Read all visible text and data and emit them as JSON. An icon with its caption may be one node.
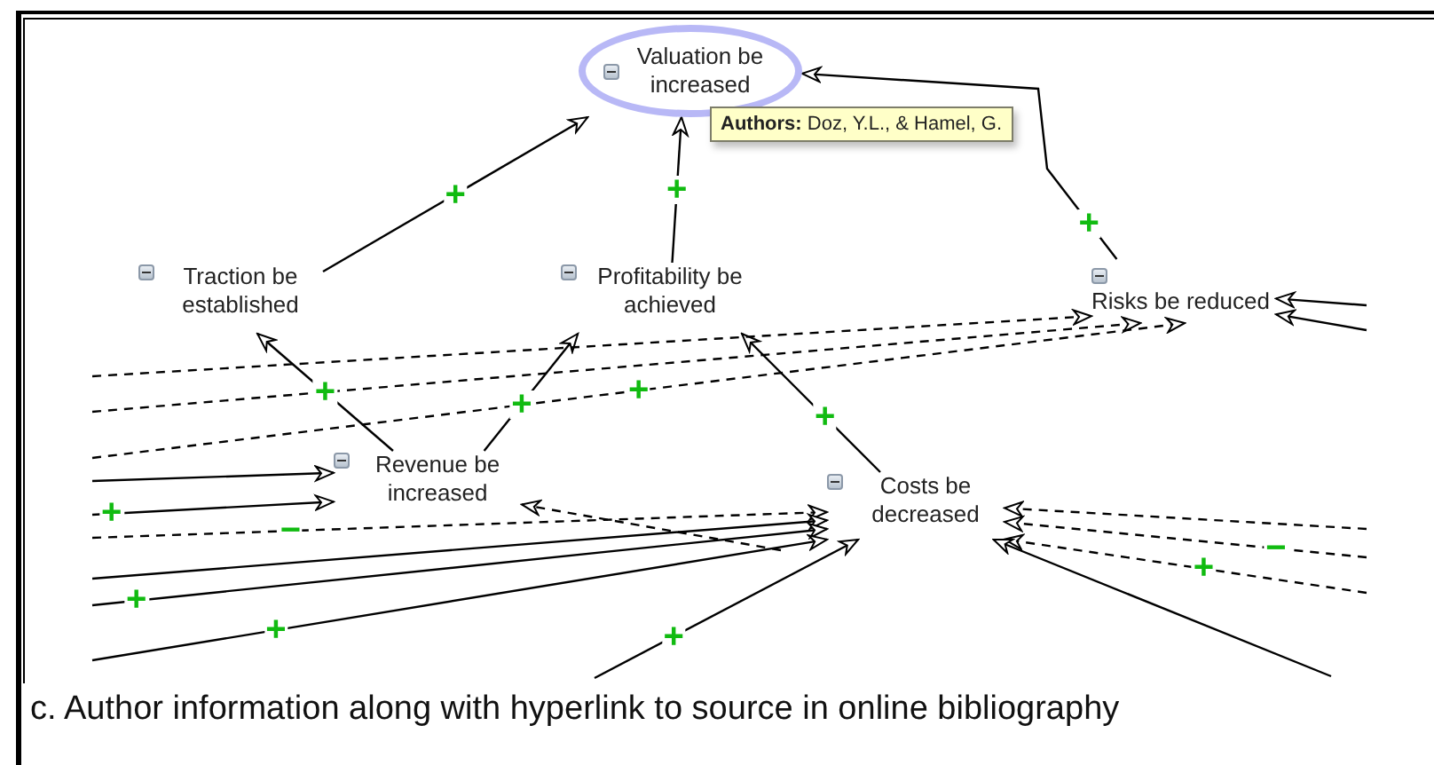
{
  "diagram": {
    "caption": "c. Author information along with hyperlink to source in online bibliography",
    "nodes": [
      {
        "text": [
          "Valuation be increased"
        ]
      },
      {
        "text": [
          "**Authors:** Doz, Y.L., & Hamel, G."
        ]
      },
      {
        "text": [
          "Traction be established"
        ]
      },
      {
        "text": [
          "Profitability be achieved"
        ]
      },
      {
        "text": [
          "Risks be reduced"
        ]
      },
      {
        "text": [
          "Revenue be increased"
        ]
      },
      {
        "text": [
          "Costs be decreased"
        ]
      }
    ],
    "edges": [
      {
        "from": 2,
        "to": 0,
        "arrow": "to",
        "label": "+"
      },
      {
        "from": 3,
        "to": 0,
        "arrow": "to",
        "label": "+"
      },
      {
        "from": 4,
        "to": 0,
        "arrow": "to",
        "label": "+"
      },
      {
        "from": 5,
        "to": 2,
        "arrow": "to",
        "label": "+"
      },
      {
        "from": 5,
        "to": 3,
        "arrow": "to",
        "label": "+"
      },
      {
        "from": 6,
        "to": 3,
        "arrow": "to",
        "label": "+"
      },
      {
        "from": null,
        "to": 4,
        "arrow": "to"
      },
      {
        "from": null,
        "to": 4,
        "arrow": "to"
      },
      {
        "from": null,
        "to": 4,
        "arrow": "to",
        "style": "dashed"
      },
      {
        "from": null,
        "to": 4,
        "arrow": "to",
        "style": "dashed"
      },
      {
        "from": null,
        "to": 4,
        "arrow": "to",
        "style": "dashed",
        "label": "+"
      },
      {
        "from": null,
        "to": 5,
        "arrow": "to"
      },
      {
        "from": null,
        "to": 5,
        "arrow": "to",
        "label": "+"
      },
      {
        "from": null,
        "to": 6,
        "arrow": "to",
        "style": "dashed",
        "label": "−"
      },
      {
        "from": null,
        "to": 5,
        "arrow": "to",
        "style": "dashed"
      },
      {
        "from": null,
        "to": 6,
        "arrow": "to"
      },
      {
        "from": null,
        "to": 6,
        "arrow": "to",
        "label": "+"
      },
      {
        "from": null,
        "to": 6,
        "arrow": "to",
        "label": "+"
      },
      {
        "from": null,
        "to": 6,
        "arrow": "to",
        "label": "+"
      },
      {
        "from": null,
        "to": 6,
        "arrow": "to",
        "style": "dashed"
      },
      {
        "from": null,
        "to": 6,
        "arrow": "to",
        "style": "dashed",
        "label": "−"
      },
      {
        "from": null,
        "to": 6,
        "arrow": "to",
        "style": "dashed",
        "label": "+"
      },
      {
        "from": null,
        "to": 6,
        "arrow": "to"
      }
    ]
  }
}
